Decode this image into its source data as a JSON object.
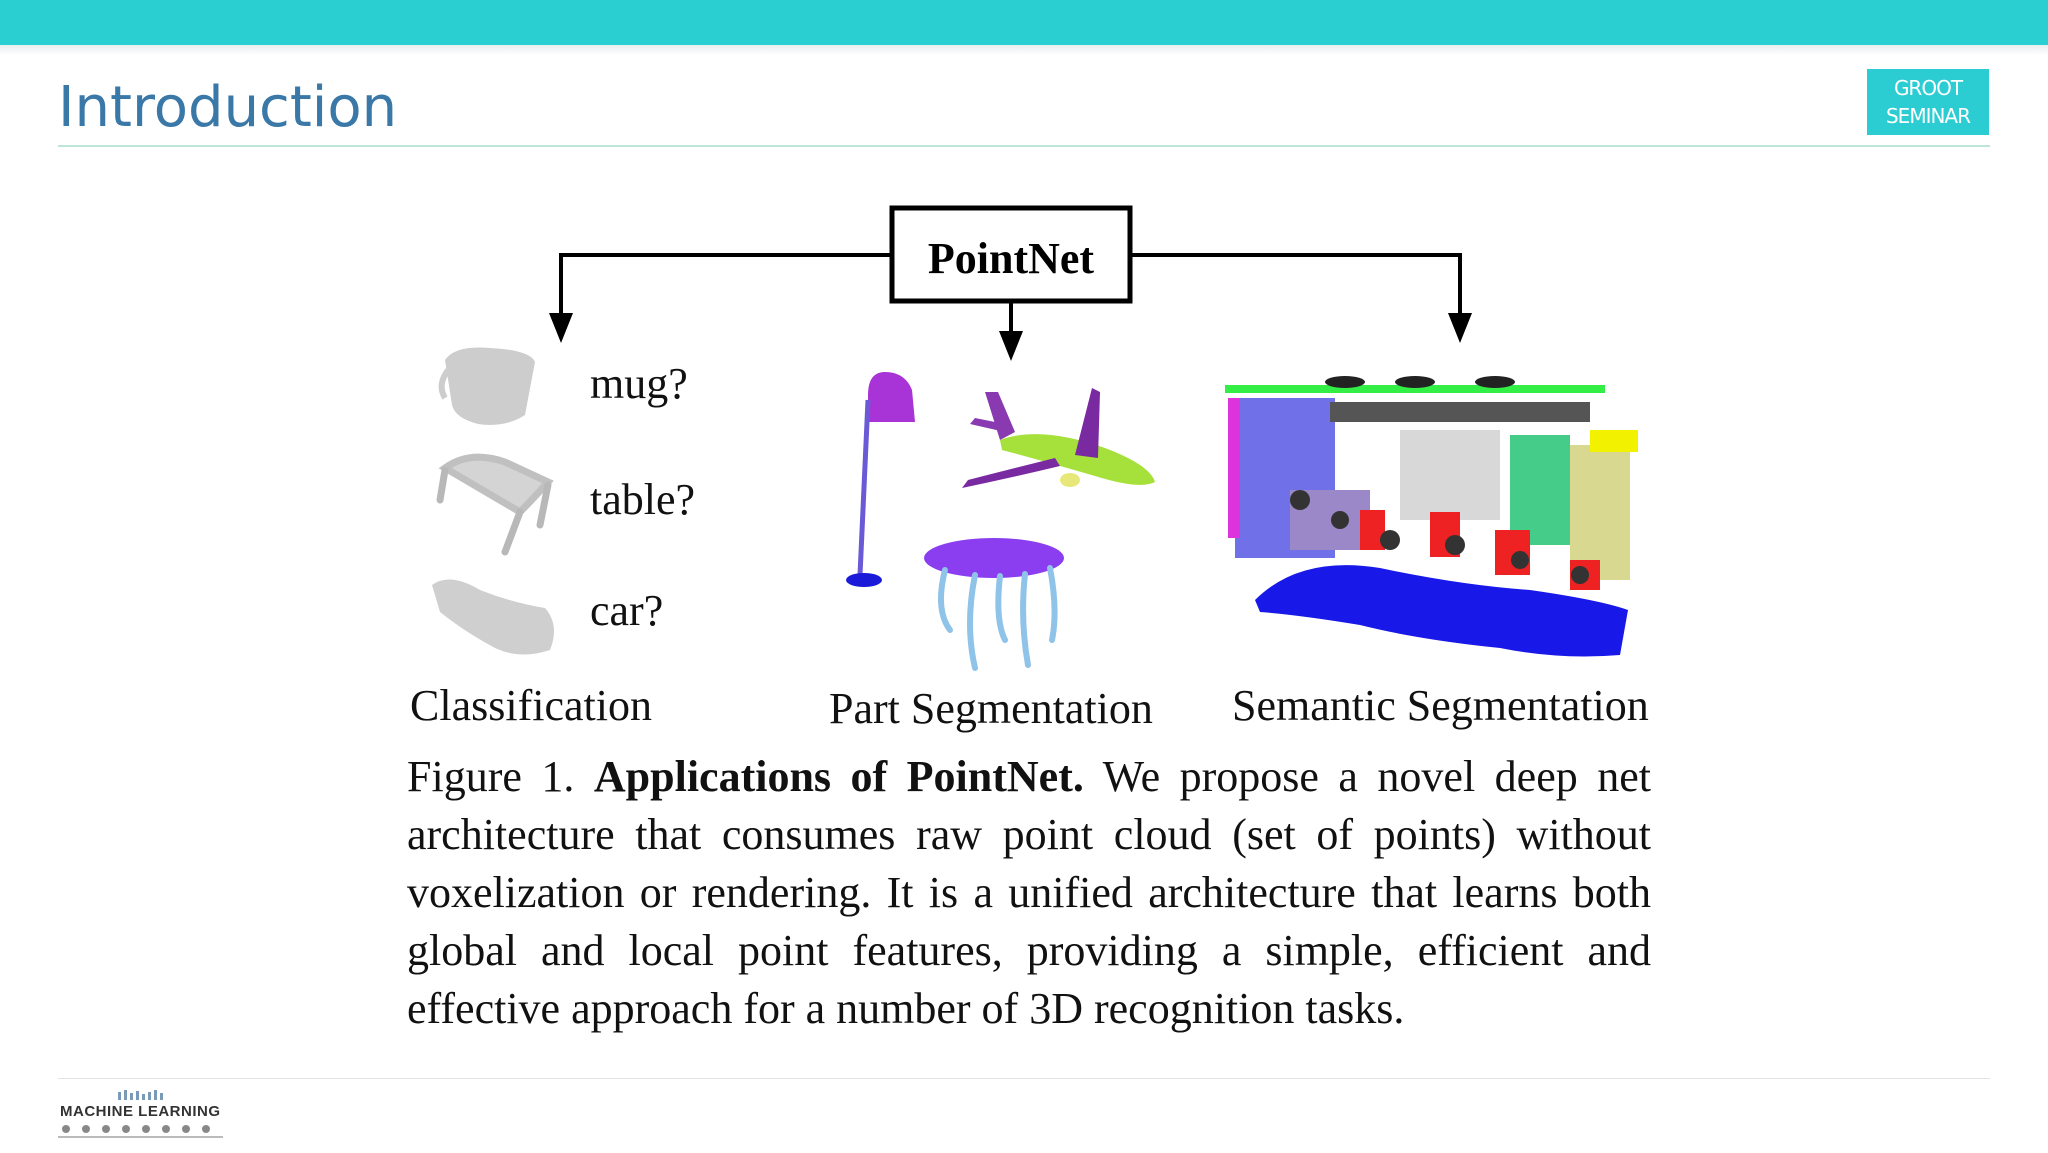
{
  "slide": {
    "title": "Introduction",
    "badge_line1": "GROOT",
    "badge_line2": "SEMINAR"
  },
  "figure": {
    "root_label": "PointNet",
    "class_labels": [
      "mug?",
      "table?",
      "car?"
    ],
    "section_labels": [
      "Classification",
      "Part Segmentation",
      "Semantic Segmentation"
    ],
    "caption_lead": "Figure 1.",
    "caption_bold": "Applications of PointNet.",
    "caption_body": "We propose a novel deep net architecture that consumes raw point cloud (set of points) without voxelization or rendering. It is a unified architecture that learns both global and local point features, providing a simple, efficient and effective approach for a number of 3D recognition tasks."
  },
  "footer": {
    "logo_text": "MACHINE LEARNING"
  },
  "colors": {
    "topbar": "#29cfd1",
    "title": "#3a78a8",
    "badge": "#2bcdd3"
  }
}
